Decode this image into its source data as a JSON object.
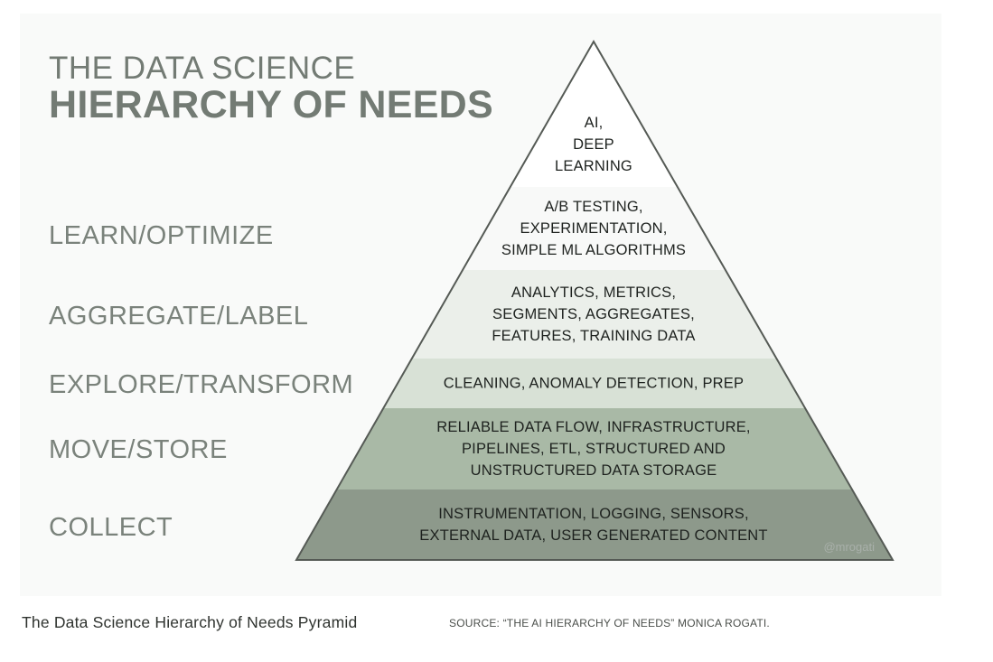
{
  "title": {
    "line1": "THE DATA SCIENCE",
    "line2": "HIERARCHY OF NEEDS"
  },
  "stages": [
    "LEARN/OPTIMIZE",
    "AGGREGATE/LABEL",
    "EXPLORE/TRANSFORM",
    "MOVE/STORE",
    "COLLECT"
  ],
  "tiers": [
    {
      "lines": [
        "AI,",
        "DEEP",
        "LEARNING"
      ],
      "color": "#ffffff"
    },
    {
      "lines": [
        "A/B TESTING,",
        "EXPERIMENTATION,",
        "SIMPLE ML ALGORITHMS"
      ],
      "color": "#f8f9f8"
    },
    {
      "lines": [
        "ANALYTICS, METRICS,",
        "SEGMENTS, AGGREGATES,",
        "FEATURES, TRAINING DATA"
      ],
      "color": "#ebefea"
    },
    {
      "lines": [
        "CLEANING, ANOMALY DETECTION, PREP"
      ],
      "color": "#d8e1d6"
    },
    {
      "lines": [
        "RELIABLE DATA FLOW, INFRASTRUCTURE,",
        "PIPELINES, ETL, STRUCTURED AND",
        "UNSTRUCTURED DATA STORAGE"
      ],
      "color": "#a9b9a6"
    },
    {
      "lines": [
        "INSTRUMENTATION, LOGGING, SENSORS,",
        "EXTERNAL DATA, USER GENERATED CONTENT"
      ],
      "color": "#8d998b"
    }
  ],
  "watermark": "@mrogati",
  "outline_color": "#555a55",
  "caption": "The Data Science Hierarchy of Needs Pyramid",
  "source": "SOURCE: “THE AI HIERARCHY OF NEEDS” MONICA ROGATI."
}
